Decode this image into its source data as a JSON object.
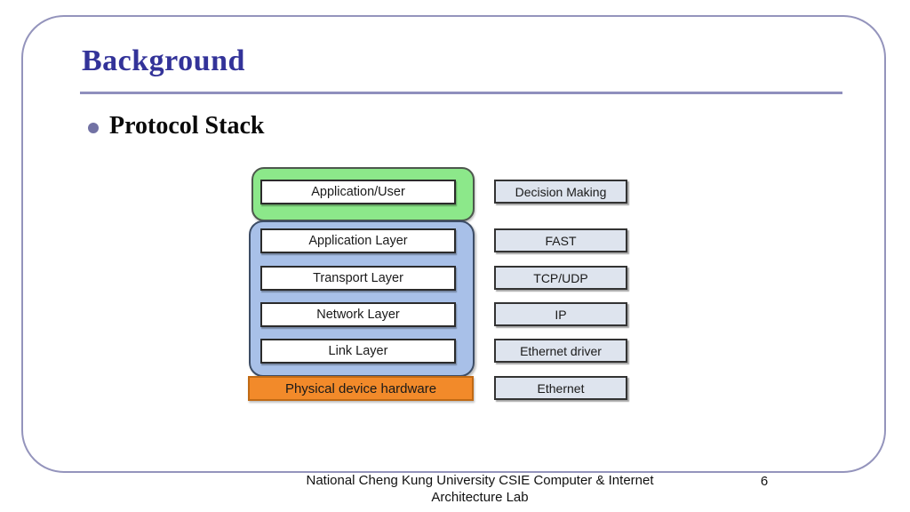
{
  "slide": {
    "title": "Background",
    "bullet": "Protocol Stack",
    "page_number": "6",
    "footer_line1": "National Cheng Kung University CSIE Computer & Internet",
    "footer_line2": "Architecture Lab"
  },
  "diagram": {
    "green_group": [
      "Application/User"
    ],
    "blue_group": [
      "Application Layer",
      "Transport Layer",
      "Network Layer",
      "Link Layer"
    ],
    "hardware_label": "Physical device hardware",
    "right_stack": [
      "Decision Making",
      "FAST",
      "TCP/UDP",
      "IP",
      "Ethernet driver",
      "Ethernet"
    ]
  },
  "colors": {
    "title_text": "#333399",
    "rule_line": "#8f8fbd",
    "frame_border": "#9494bc",
    "bullet_dot": "#7272a4",
    "green_fill": "#8ce88a",
    "blue_fill": "#a8c0e8",
    "orange_fill": "#f28a2a",
    "right_box_fill": "#dee4ee"
  }
}
